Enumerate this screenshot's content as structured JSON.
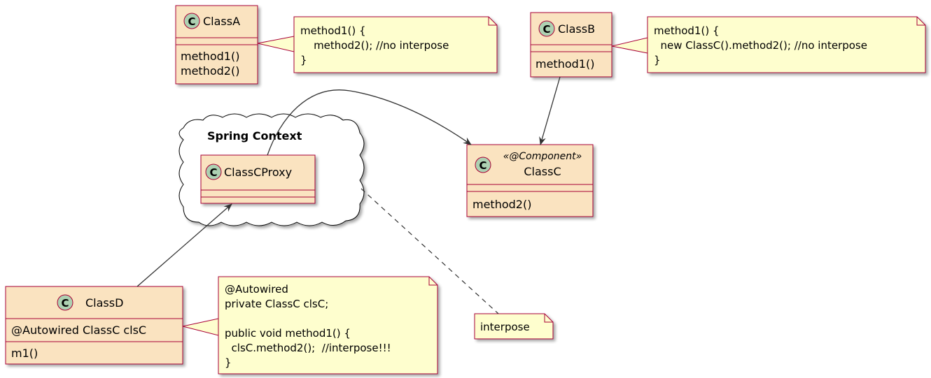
{
  "diagram": {
    "classes": {
      "classA": {
        "icon": "C",
        "name": "ClassA",
        "members": [
          "method1()",
          "method2()"
        ]
      },
      "classB": {
        "icon": "C",
        "name": "ClassB",
        "members": [
          "method1()"
        ]
      },
      "classC": {
        "icon": "C",
        "stereotype": "«@Component»",
        "name": "ClassC",
        "members": [
          "method2()"
        ]
      },
      "classCProxy": {
        "icon": "C",
        "name": "ClassCProxy"
      },
      "classD": {
        "icon": "C",
        "name": "ClassD",
        "fields": [
          "@Autowired ClassC clsC"
        ],
        "methods": [
          "m1()"
        ]
      }
    },
    "package": {
      "title": "Spring Context"
    },
    "notes": {
      "noteA": {
        "lines": [
          "method1() {",
          "    method2(); //no interpose",
          "}"
        ]
      },
      "noteB": {
        "lines": [
          "method1() {",
          "  new ClassC().method2(); //no interpose",
          "}"
        ]
      },
      "noteD": {
        "lines": [
          "@Autowired",
          "private ClassC clsC;",
          "",
          "public void method1() {",
          "  clsC.method2();  //interpose!!!",
          "}"
        ]
      },
      "noteInterpose": {
        "lines": [
          "interpose"
        ]
      }
    },
    "colors": {
      "class_fill": "#FAE3C0",
      "class_border": "#A80036",
      "note_fill": "#FEFECE",
      "icon_fill": "#ADD1B2",
      "line": "#333333"
    }
  }
}
